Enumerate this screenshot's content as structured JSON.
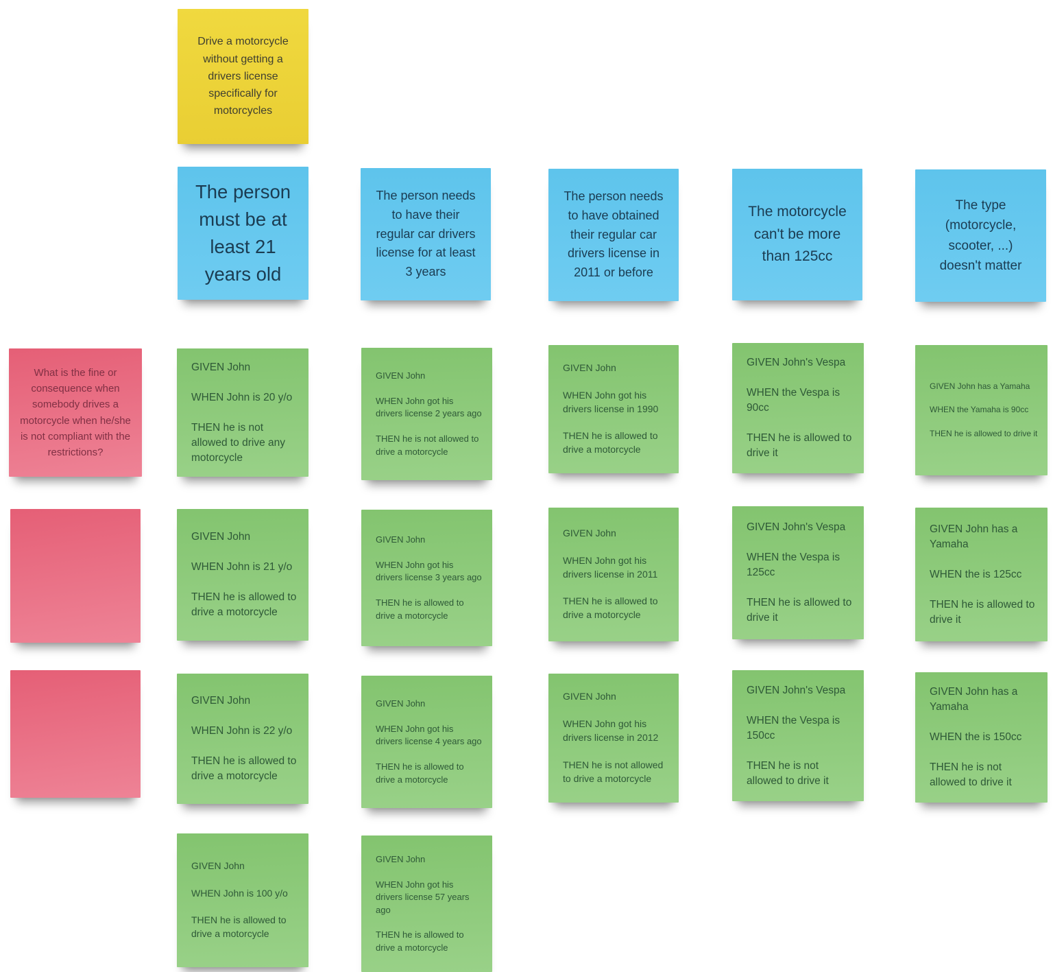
{
  "story": {
    "text": "Drive a motorcycle without getting a drivers license specifically for motorcycles"
  },
  "questions": [
    {
      "text": "What is the fine or consequence when somebody drives a motorcycle when he/she is not compliant with the restrictions?"
    },
    {
      "text": ""
    },
    {
      "text": ""
    }
  ],
  "columns": [
    {
      "rule": "The person must be at least 21 years old",
      "examples": [
        "GIVEN John\n\nWHEN John is 20 y/o\n\nTHEN he is not allowed to drive any motorcycle",
        "GIVEN John\n\nWHEN John is 21 y/o\n\nTHEN he is allowed to drive a motorcycle",
        "GIVEN John\n\nWHEN John is 22 y/o\n\nTHEN he is allowed to drive a motorcycle",
        "GIVEN John\n\nWHEN John is 100 y/o\n\nTHEN he is allowed to drive a motorcycle"
      ]
    },
    {
      "rule": "The person needs to have their regular car drivers license for at least 3 years",
      "examples": [
        "GIVEN John\n\nWHEN John got his drivers license 2 years ago\n\nTHEN he is not allowed to drive a motorcycle",
        "GIVEN John\n\nWHEN John got his drivers license 3 years ago\n\nTHEN he is allowed to drive a motorcycle",
        "GIVEN John\n\nWHEN John got his drivers license 4 years ago\n\nTHEN he is allowed to drive a motorcycle",
        "GIVEN John\n\nWHEN John got his drivers license 57 years ago\n\nTHEN he is allowed to drive a motorcycle"
      ]
    },
    {
      "rule": "The person needs to have obtained their regular car drivers license in 2011 or before",
      "examples": [
        "GIVEN John\n\nWHEN John got his drivers license in 1990\n\nTHEN he is allowed to drive a motorcycle",
        "GIVEN John\n\nWHEN John got his drivers license in 2011\n\nTHEN he is allowed to drive a motorcycle",
        "GIVEN John\n\nWHEN John got his drivers license in 2012\n\nTHEN he is not allowed to drive a motorcycle"
      ]
    },
    {
      "rule": "The motorcycle can't be more than 125cc",
      "examples": [
        "GIVEN John's Vespa\n\nWHEN the Vespa is 90cc\n\nTHEN he is allowed to drive it",
        "GIVEN John's Vespa\n\nWHEN the Vespa is 125cc\n\nTHEN he is allowed to drive it",
        "GIVEN John's Vespa\n\nWHEN the Vespa is 150cc\n\nTHEN he is not allowed to drive it"
      ]
    },
    {
      "rule": "The type (motorcycle, scooter, ...) doesn't matter",
      "examples": [
        "GIVEN John has a Yamaha\n\nWHEN the Yamaha is 90cc\n\nTHEN he is allowed to drive it",
        "GIVEN John has a Yamaha\n\nWHEN the  is 125cc\n\nTHEN he is allowed to drive it",
        "GIVEN John has a Yamaha\n\nWHEN the  is 150cc\n\nTHEN he is not allowed to drive it"
      ]
    }
  ],
  "colors": {
    "story_note": "#EDD43B",
    "rule_note": "#66C7EE",
    "question_note": "#E96C82",
    "example_note": "#8DC97A"
  }
}
